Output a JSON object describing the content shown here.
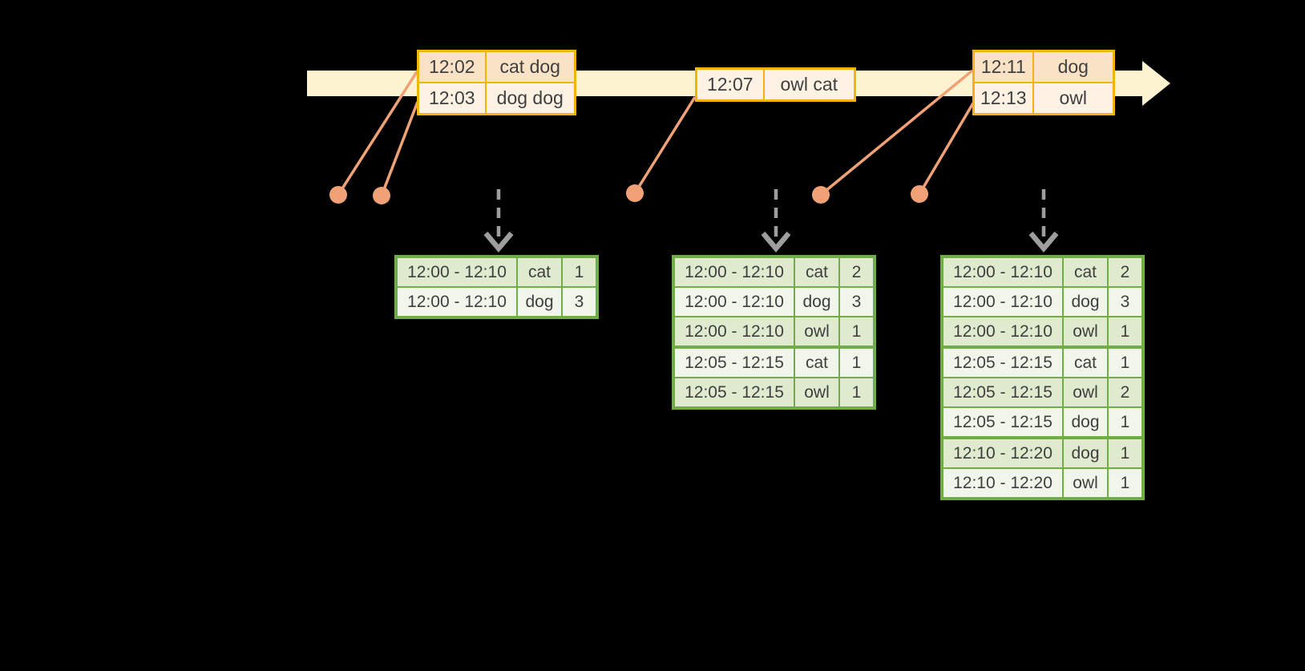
{
  "colors": {
    "background": "#000000",
    "timeline_fill": "#FDF3D0",
    "event_border": "#F0B40A",
    "event_row_dark": "#FAE2C6",
    "event_row_light": "#FDF2E3",
    "leader": "#F0A176",
    "trigger_arrow": "#9E9E9E",
    "result_border": "#70AD47",
    "result_row_dark": "#DFEACF",
    "result_row_light": "#F1F6EB",
    "text": "#3F3F3F"
  },
  "event_tables": [
    {
      "rows": [
        {
          "time": "12:02",
          "words": "cat dog",
          "shade": "dark"
        },
        {
          "time": "12:03",
          "words": "dog dog",
          "shade": "light"
        }
      ]
    },
    {
      "rows": [
        {
          "time": "12:07",
          "words": "owl cat",
          "shade": "light"
        }
      ]
    },
    {
      "rows": [
        {
          "time": "12:11",
          "words": "dog",
          "shade": "dark"
        },
        {
          "time": "12:13",
          "words": "owl",
          "shade": "light"
        }
      ]
    }
  ],
  "result_tables": [
    {
      "rows": [
        {
          "window": "12:00 - 12:10",
          "word": "cat",
          "count": "1"
        },
        {
          "window": "12:00 - 12:10",
          "word": "dog",
          "count": "3"
        }
      ]
    },
    {
      "rows": [
        {
          "window": "12:00 - 12:10",
          "word": "cat",
          "count": "2"
        },
        {
          "window": "12:00 - 12:10",
          "word": "dog",
          "count": "3"
        },
        {
          "window": "12:00 - 12:10",
          "word": "owl",
          "count": "1"
        },
        {
          "window": "12:05 - 12:15",
          "word": "cat",
          "count": "1"
        },
        {
          "window": "12:05 - 12:15",
          "word": "owl",
          "count": "1"
        }
      ]
    },
    {
      "rows": [
        {
          "window": "12:00 - 12:10",
          "word": "cat",
          "count": "2"
        },
        {
          "window": "12:00 - 12:10",
          "word": "dog",
          "count": "3"
        },
        {
          "window": "12:00 - 12:10",
          "word": "owl",
          "count": "1"
        },
        {
          "window": "12:05 - 12:15",
          "word": "cat",
          "count": "1"
        },
        {
          "window": "12:05 - 12:15",
          "word": "owl",
          "count": "2"
        },
        {
          "window": "12:05 - 12:15",
          "word": "dog",
          "count": "1"
        },
        {
          "window": "12:10 - 12:20",
          "word": "dog",
          "count": "1"
        },
        {
          "window": "12:10 - 12:20",
          "word": "owl",
          "count": "1"
        }
      ]
    }
  ]
}
